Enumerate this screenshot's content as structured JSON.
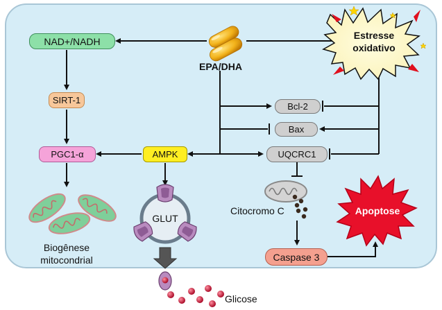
{
  "nodes": {
    "nad_nadh": "NAD+/NADH",
    "epa_dha": "EPA/DHA",
    "estresse_line1": "Estresse",
    "estresse_line2": "oxidativo",
    "sirt1": "SIRT-1",
    "pgc1a": "PGC1-α",
    "ampk": "AMPK",
    "bcl2": "Bcl-2",
    "bax": "Bax",
    "uqcrc1": "UQCRC1",
    "glut": "GLUT",
    "citocromo": "Citocromo C",
    "caspase3": "Caspase 3",
    "apoptose": "Apoptose",
    "biogenese_line1": "Biogênese",
    "biogenese_line2": "mitocondrial",
    "glicose": "Glicose"
  },
  "colors": {
    "panel_bg": "#d6edf7",
    "panel_border": "#a9c6d6",
    "nad_fill": "#8de0a8",
    "sirt_fill": "#f7c79a",
    "pgc_fill": "#f5a3d9",
    "ampk_fill": "#ffee22",
    "gray_fill": "#cfcfcf",
    "caspase_fill": "#f4a08f",
    "apoptose_fill": "#e8102a",
    "capsule": "#f2b21a",
    "arrow": "#111111"
  }
}
